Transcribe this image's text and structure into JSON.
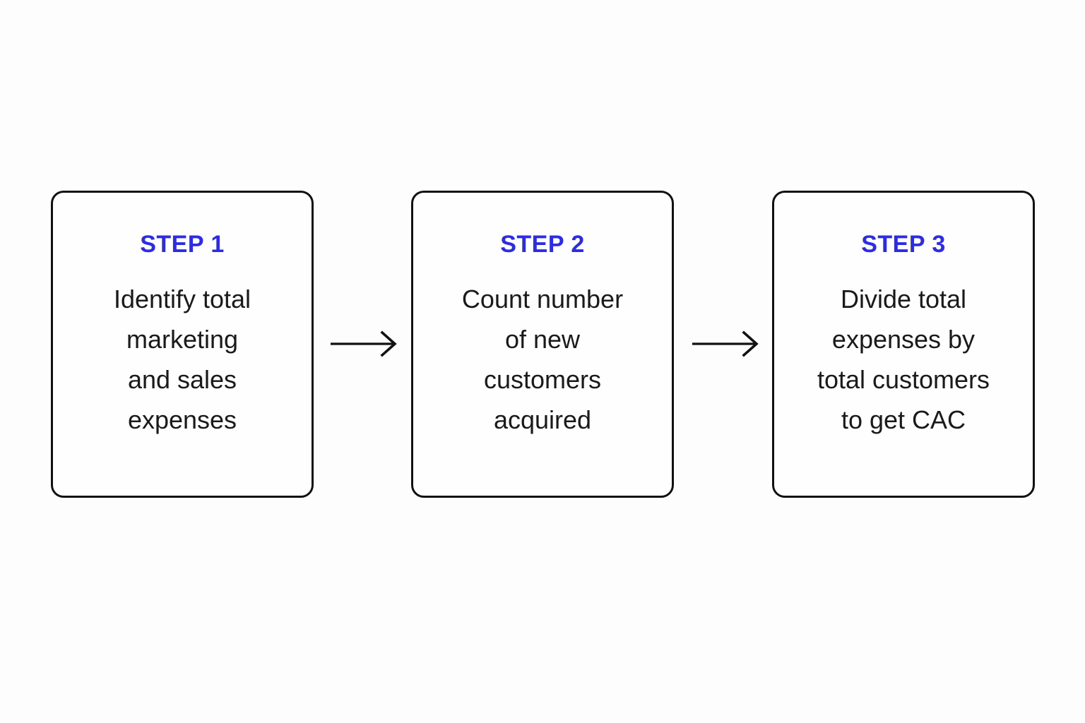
{
  "diagram": {
    "type": "horizontal-process-flow",
    "background_color": "#fdfdfd",
    "accent_color": "#2b2be8",
    "text_color": "#1a1a1a",
    "stroke_color": "#111111",
    "steps": [
      {
        "heading": "STEP 1",
        "body": "Identify total\nmarketing\nand sales\nexpenses",
        "body_lines": [
          "Identify total",
          "marketing",
          "and sales",
          "expenses"
        ]
      },
      {
        "heading": "STEP 2",
        "body": "Count number\nof new\ncustomers\nacquired",
        "body_lines": [
          "Count number",
          "of new",
          "customers",
          "acquired"
        ]
      },
      {
        "heading": "STEP 3",
        "body": "Divide total\nexpenses by\ntotal customers\nto get CAC",
        "body_lines": [
          "Divide total",
          "expenses by",
          "total customers",
          "to get CAC"
        ]
      }
    ],
    "connectors": [
      {
        "icon": "arrow-right-icon",
        "from": "STEP 1",
        "to": "STEP 2"
      },
      {
        "icon": "arrow-right-icon",
        "from": "STEP 2",
        "to": "STEP 3"
      }
    ]
  }
}
